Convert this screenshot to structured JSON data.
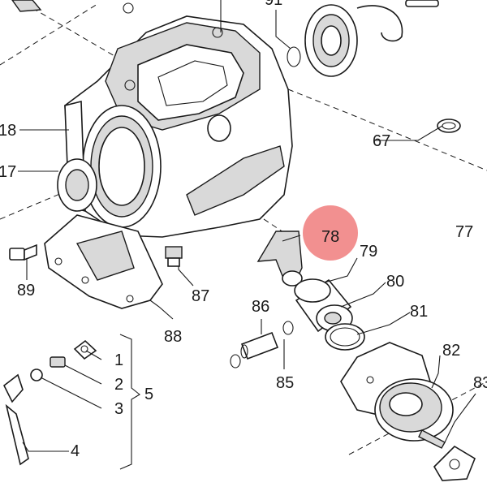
{
  "diagram": {
    "labels": {
      "p1": "1",
      "p2": "2",
      "p3": "3",
      "p4": "4",
      "p5": "5",
      "p17": "17",
      "p18": "18",
      "p67": "67",
      "p77": "77",
      "p78": "78",
      "p79": "79",
      "p80": "80",
      "p81": "81",
      "p82": "82",
      "p83": "83",
      "p85": "85",
      "p86": "86",
      "p87": "87",
      "p88": "88",
      "p89": "89",
      "p91": "91"
    },
    "highlight": {
      "part": "78",
      "color": "#f07c7c"
    }
  }
}
